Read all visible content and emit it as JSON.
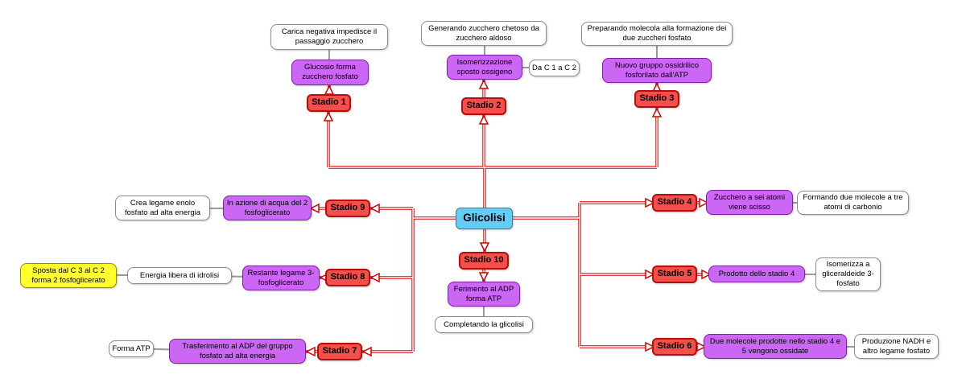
{
  "colors": {
    "center_fill": "#63cdf6",
    "stage_fill": "#f44f4a",
    "stage_border": "#b50e0e",
    "desc_fill": "#cb66f5",
    "note_fill": "#ffffff",
    "highlight_fill": "#ffff2e",
    "connector_red": "#d40000",
    "link_gray": "#9a9a9a"
  },
  "map": {
    "center": "Glicolisi",
    "stage1": {
      "label": "Stadio 1",
      "desc": "Glucosio forma zucchero fosfato",
      "note": "Carica negativa impedisce il passaggio zucchero"
    },
    "stage2": {
      "label": "Stadio 2",
      "desc": "Isomerizzazione sposto ossigeno",
      "note": "Generando zucchero chetoso da zucchero aldoso",
      "side_note": "Da C 1 a C 2"
    },
    "stage3": {
      "label": "Stadio 3",
      "desc": "Nuovo gruppo ossidrilico fosforilato dall'ATP",
      "note": "Preparando molecola alla formazione dei due zuccheri fosfato"
    },
    "stage4": {
      "label": "Stadio 4",
      "desc": "Zucchero a sei atomi viene scisso",
      "note": "Formando due molecole a tre atomi di carbonio"
    },
    "stage5": {
      "label": "Stadio 5",
      "desc": "Prodotto dello stadio 4",
      "note": "Isomerizza a gliceraldeide 3-fosfato"
    },
    "stage6": {
      "label": "Stadio 6",
      "desc": "Due molecole prodotte nello stadio 4 e 5 vengono ossidate",
      "note": "Produzione NADH e altro legame fosfato"
    },
    "stage7": {
      "label": "Stadio 7",
      "desc": "Trasferimento al ADP del gruppo fosfato ad alta energia",
      "note": "Forma ATP"
    },
    "stage8": {
      "label": "Stadio 8",
      "desc": "Restante legame 3-fosfoglicerato",
      "note": "Energia libera di idrolisi",
      "extra_note": "Sposta dal C 3 al C 2 forma 2 fosfoglicerato"
    },
    "stage9": {
      "label": "Stadio 9",
      "desc": "In azione di acqua del 2 fosfoglicerato",
      "note": "Crea legame enolo fosfato ad alta energia"
    },
    "stage10": {
      "label": "Stadio 10",
      "desc": "Ferimento al ADP forma ATP",
      "note": "Completando la glicolisi"
    }
  }
}
